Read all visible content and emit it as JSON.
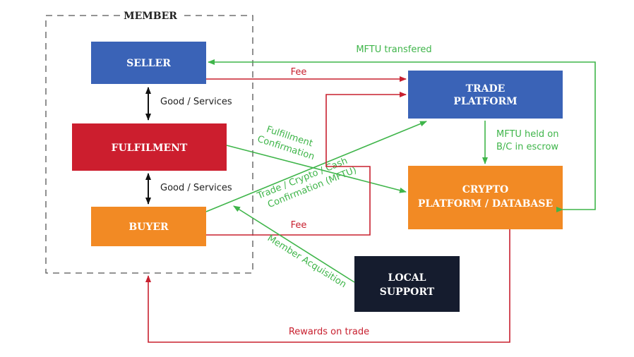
{
  "member_group": {
    "label": "MEMBER"
  },
  "nodes": {
    "seller": {
      "label": "SELLER",
      "color": "#3a63b7"
    },
    "fulfilment": {
      "label": "FULFILMENT",
      "color": "#cc1e2e"
    },
    "buyer": {
      "label": "BUYER",
      "color": "#f28a24"
    },
    "trade_platform": {
      "line1": "TRADE",
      "line2": "PLATFORM",
      "color": "#3a63b7"
    },
    "crypto_platform": {
      "line1": "CRYPTO",
      "line2": "PLATFORM / DATABASE",
      "color": "#f28a24"
    },
    "local_support": {
      "line1": "LOCAL",
      "line2": "SUPPORT",
      "color": "#151c2e"
    }
  },
  "edges": {
    "mftu_transfered": "MFTU transfered",
    "fee_seller": "Fee",
    "goods_seller_fulfilment": "Good / Services",
    "goods_fulfilment_buyer": "Good / Services",
    "fulfillment_confirmation_1": "Fulfillment",
    "fulfillment_confirmation_2": "Confirmation",
    "trade_confirmation_1": "Trade / Crypto / Cash",
    "trade_confirmation_2": "Confirmation (MFTU)",
    "mftu_escrow_1": "MFTU held on",
    "mftu_escrow_2": "B/C in escrow",
    "fee_buyer": "Fee",
    "member_acquisition": "Member Acquisition",
    "rewards_on_trade": "Rewards on trade"
  },
  "colors": {
    "green": "#3fb54a",
    "red": "#c8202f",
    "dark": "#111111",
    "dash": "#555555"
  }
}
